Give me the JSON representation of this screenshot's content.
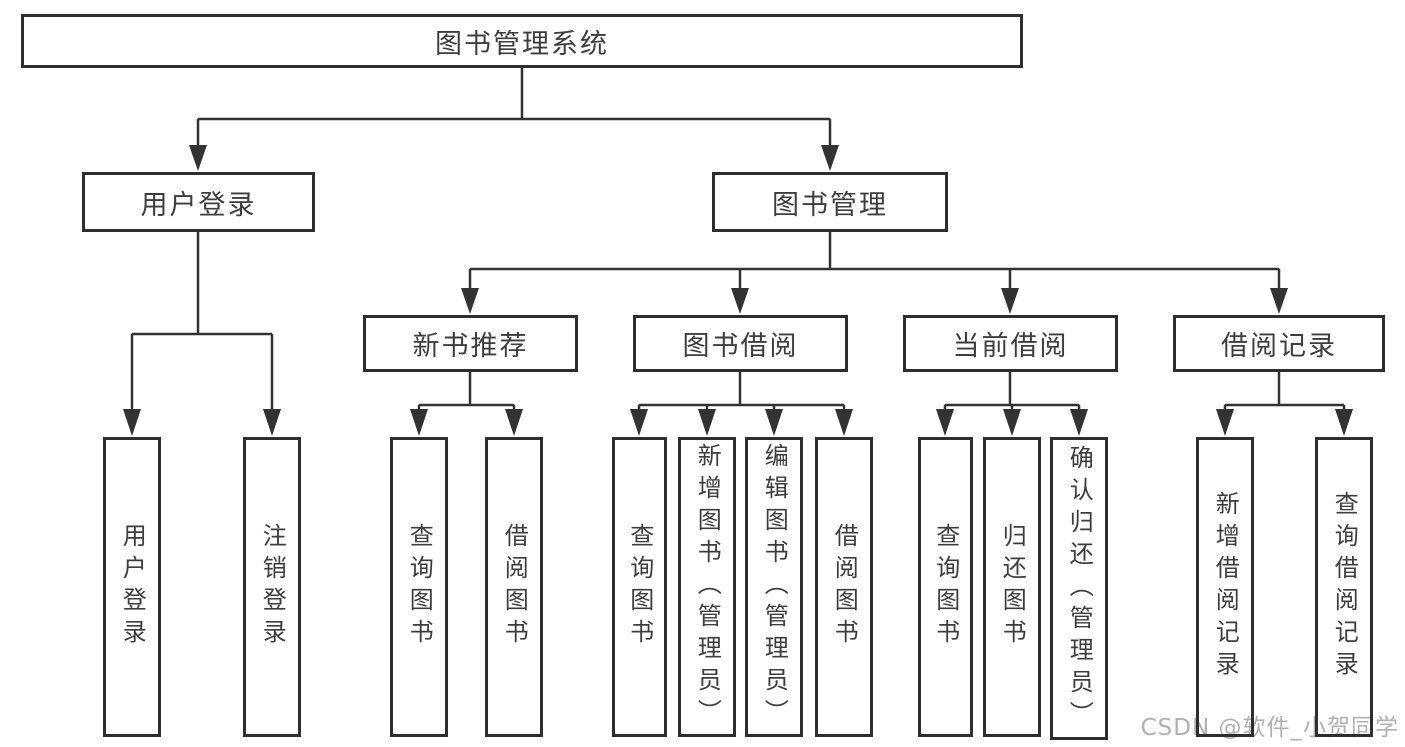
{
  "diagram": {
    "title": "图书管理系统",
    "modules": [
      {
        "label": "用户登录",
        "features": [
          {
            "label": "用户登录"
          },
          {
            "label": "注销登录"
          }
        ]
      },
      {
        "label": "图书管理",
        "submodules": [
          {
            "label": "新书推荐",
            "features": [
              {
                "label": "查询图书"
              },
              {
                "label": "借阅图书"
              }
            ]
          },
          {
            "label": "图书借阅",
            "features": [
              {
                "label": "查询图书"
              },
              {
                "label": "新增图书（管理员）"
              },
              {
                "label": "编辑图书（管理员）"
              },
              {
                "label": "借阅图书"
              }
            ]
          },
          {
            "label": "当前借阅",
            "features": [
              {
                "label": "查询图书"
              },
              {
                "label": "归还图书"
              },
              {
                "label": "确认归还（管理员）"
              }
            ]
          },
          {
            "label": "借阅记录",
            "features": [
              {
                "label": "新增借阅记录"
              },
              {
                "label": "查询借阅记录"
              }
            ]
          }
        ]
      }
    ]
  },
  "watermark": {
    "text": "CSDN @软件_小贺同学"
  },
  "colors": {
    "line": "#333333",
    "border": "#2e2e2e",
    "text": "#3d3d3d",
    "watermark": "#b0b0b0"
  }
}
